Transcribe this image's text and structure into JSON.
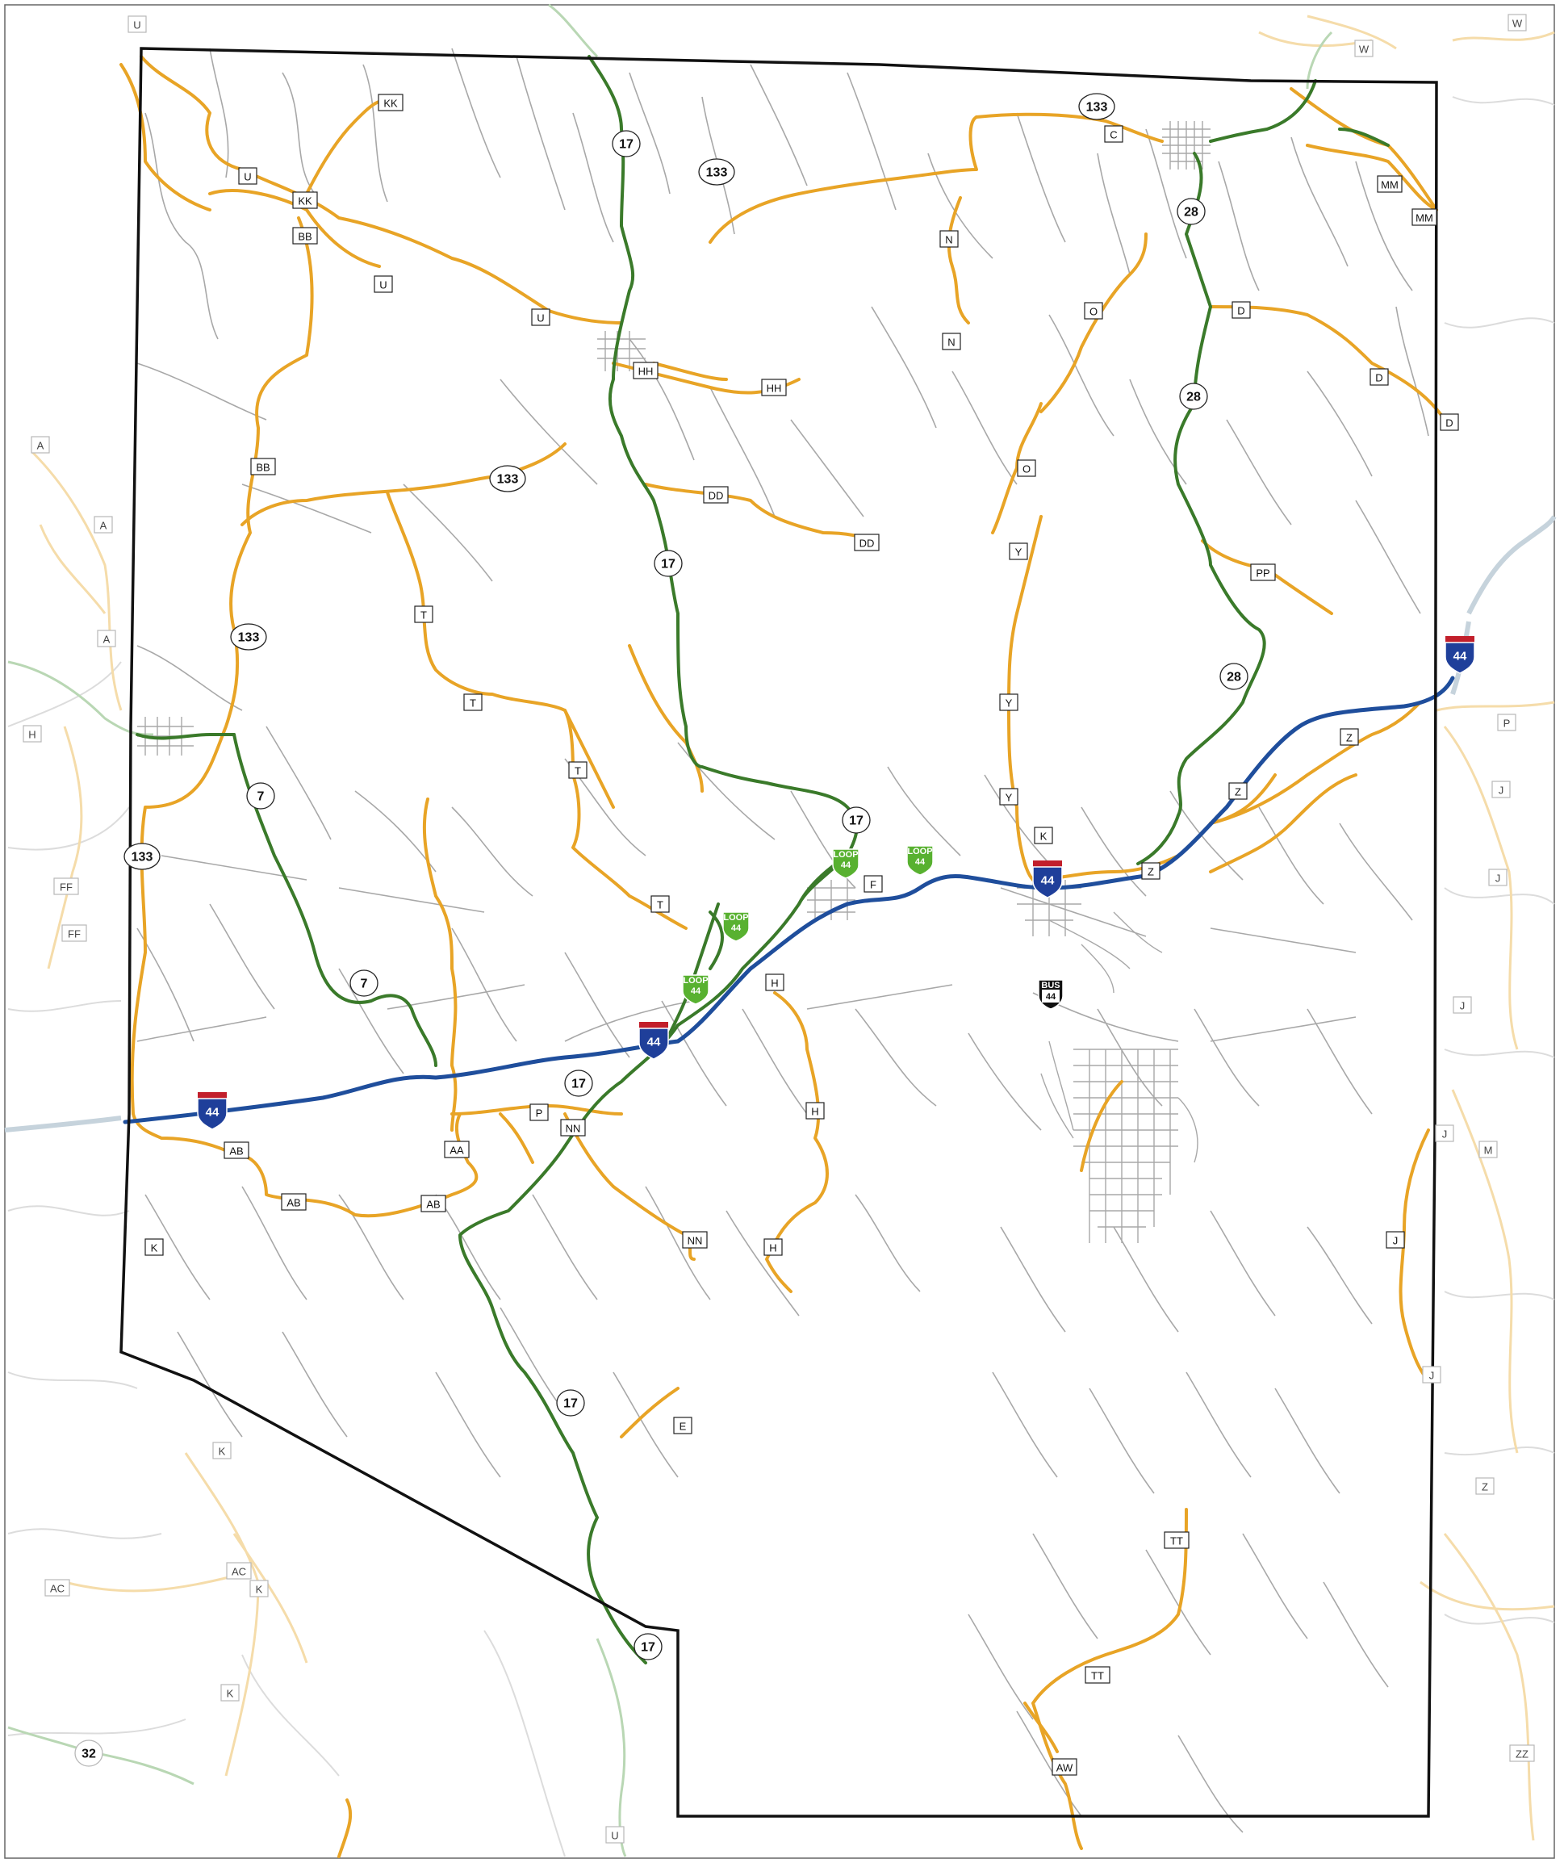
{
  "colors": {
    "county_border": "#111111",
    "interstate": "#1f4e9c",
    "state_highway": "#3a7a2a",
    "lettered_route": "#e8a426",
    "local_road": "#a8a8a8",
    "outside_lettered_route": "#f5dcaa",
    "outside_state_highway": "#b9d7b4",
    "outside_local_road": "#dcdcdc",
    "river": "#c6d3dc",
    "loop_green": "#58b130",
    "shield_blue": "#1f3f9a",
    "shield_red": "#c21f2b"
  },
  "interstate_shields": [
    {
      "id": "i44-east",
      "number": "44"
    },
    {
      "id": "i44-center",
      "number": "44"
    },
    {
      "id": "i44-east-center",
      "number": "44"
    },
    {
      "id": "i44-west",
      "number": "44"
    }
  ],
  "business_loop_shields": [
    {
      "id": "bl-1",
      "number": "44",
      "tag": "LOOP"
    },
    {
      "id": "bl-2",
      "number": "44",
      "tag": "LOOP"
    },
    {
      "id": "bl-3",
      "number": "44",
      "tag": "LOOP"
    },
    {
      "id": "bl-4",
      "number": "44",
      "tag": "LOOP"
    }
  ],
  "business_route_shields": [
    {
      "id": "bus-44",
      "number": "44",
      "tag": "BUS"
    }
  ],
  "state_routes": [
    "17",
    "17",
    "17",
    "17",
    "17",
    "17",
    "133",
    "133",
    "133",
    "133",
    "133",
    "28",
    "28",
    "28",
    "7",
    "7",
    "32"
  ],
  "lettered_routes": [
    "U",
    "U",
    "U",
    "U",
    "KK",
    "KK",
    "BB",
    "BB",
    "C",
    "W",
    "W",
    "MM",
    "MM",
    "N",
    "N",
    "O",
    "O",
    "D",
    "D",
    "D",
    "HH",
    "HH",
    "DD",
    "DD",
    "PP",
    "Y",
    "Y",
    "Y",
    "T",
    "T",
    "T",
    "T",
    "Z",
    "Z",
    "Z",
    "F",
    "H",
    "H",
    "H",
    "P",
    "NN",
    "NN",
    "AA",
    "AB",
    "AB",
    "AB",
    "K",
    "K",
    "K",
    "E",
    "A",
    "A",
    "A",
    "H",
    "FF",
    "FF",
    "P",
    "J",
    "J",
    "J",
    "J",
    "J",
    "J",
    "M",
    "K",
    "AC",
    "AC",
    "TT",
    "TT",
    "AW",
    "ZZ",
    "Z",
    "K",
    "U"
  ]
}
